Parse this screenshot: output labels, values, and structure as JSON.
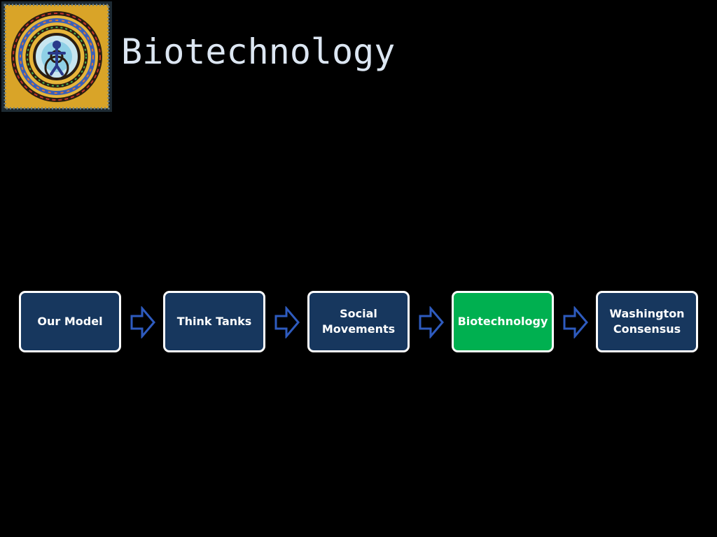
{
  "slide": {
    "title": "Biotechnology"
  },
  "flow": {
    "steps": [
      {
        "label": "Our Model",
        "active": false
      },
      {
        "label": "Think Tanks",
        "active": false
      },
      {
        "label": "Social\nMovements",
        "active": false
      },
      {
        "label": "Biotechnology",
        "active": true
      },
      {
        "label": "Washington\nConsensus",
        "active": false
      }
    ]
  },
  "colors": {
    "background": "#000000",
    "title_text": "#dce6f2",
    "box_fill": "#17375e",
    "box_active_fill": "#00b050",
    "box_border": "#ffffff",
    "arrow_stroke": "#2e5bbf"
  },
  "icons": {
    "logo": "spiral-mandala-logo",
    "connector": "outlined-right-arrow-icon"
  }
}
